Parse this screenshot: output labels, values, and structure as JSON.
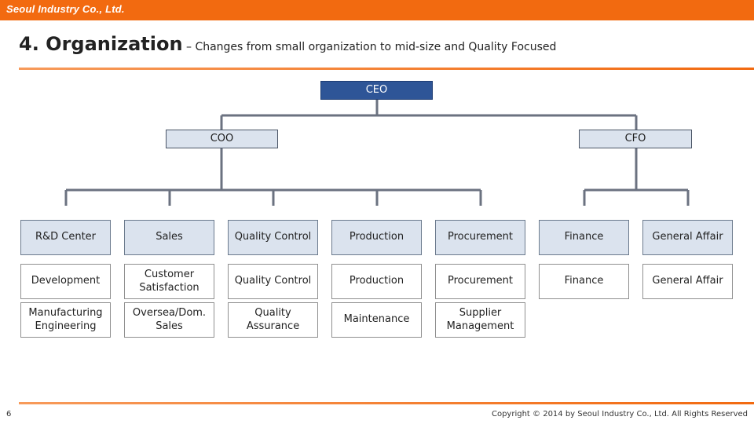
{
  "header": {
    "company": "Seoul Industry Co., Ltd."
  },
  "title": {
    "main": "4. Organization",
    "sub": " – Changes from small organization to mid-size and Quality Focused"
  },
  "org": {
    "ceo": "CEO",
    "coo": "COO",
    "cfo": "CFO",
    "departments": [
      "R&D Center",
      "Sales",
      "Quality Control",
      "Production",
      "Procurement",
      "Finance",
      "General Affair"
    ],
    "subunits": [
      [
        "Development",
        "Manufacturing Engineering"
      ],
      [
        "Customer Satisfaction",
        "Oversea/Dom. Sales"
      ],
      [
        "Quality Control",
        "Quality Assurance"
      ],
      [
        "Production",
        "Maintenance"
      ],
      [
        "Procurement",
        "Supplier Management"
      ],
      [
        "Finance"
      ],
      [
        "General Affair"
      ]
    ]
  },
  "footer": {
    "page": "6",
    "copyright": "Copyright © 2014 by Seoul Industry Co., Ltd. All Rights Reserved"
  }
}
